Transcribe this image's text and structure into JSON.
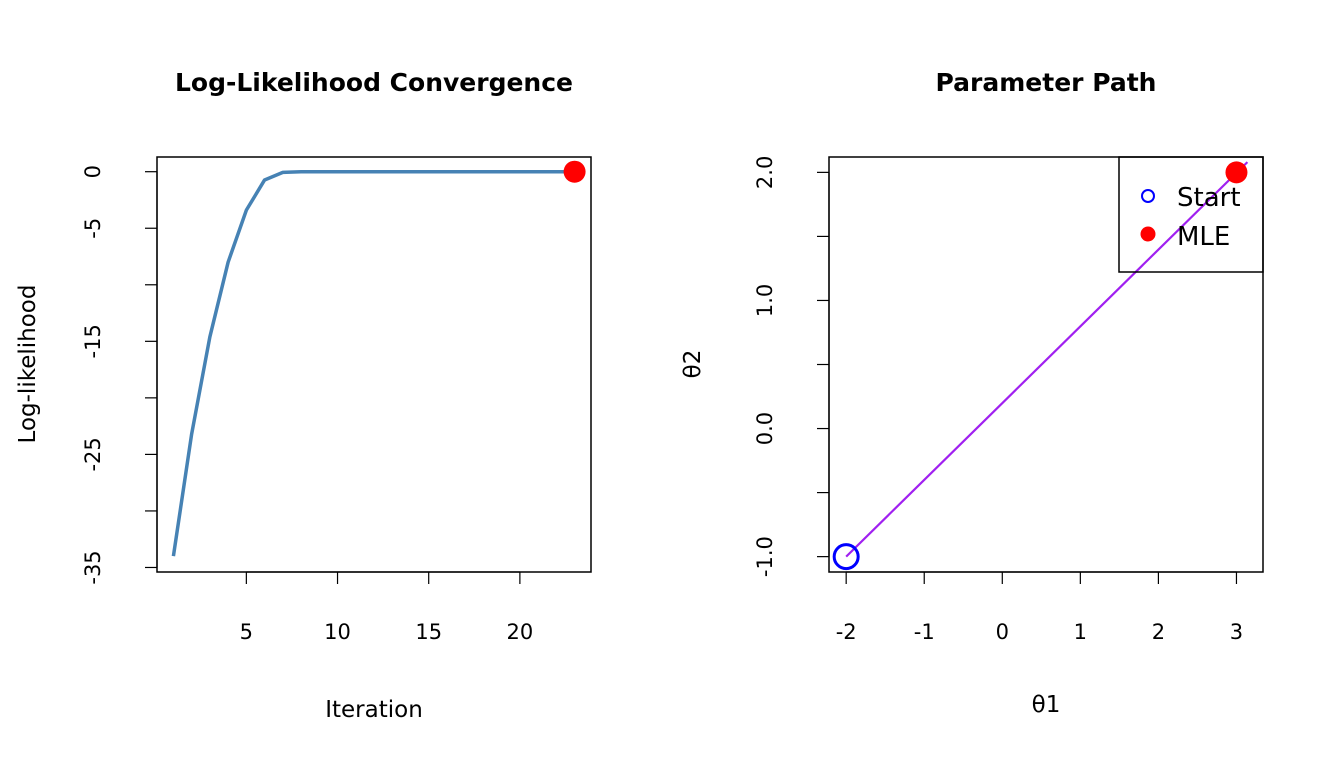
{
  "chart_data": [
    {
      "type": "line",
      "title": "Log-Likelihood Convergence",
      "xlabel": "Iteration",
      "ylabel": "Log-likelihood",
      "xlim": [
        0.1,
        23.9
      ],
      "ylim": [
        -35.4,
        1.3
      ],
      "xticks": [
        5,
        10,
        15,
        20
      ],
      "yticks": [
        0,
        -5,
        -10,
        -15,
        -20,
        -25,
        -30,
        -35
      ],
      "ytick_labels": [
        "0",
        "-5",
        "",
        "-15",
        "",
        "-25",
        "",
        "-35"
      ],
      "series": [
        {
          "name": "loglik",
          "color": "#4682B4",
          "x": [
            1,
            2,
            3,
            4,
            5,
            6,
            7,
            8,
            9,
            10,
            11,
            12,
            13,
            14,
            15,
            16,
            17,
            18,
            19,
            20,
            21,
            22,
            23
          ],
          "y": [
            -34.0,
            -23.2,
            -14.6,
            -8.0,
            -3.4,
            -0.73,
            -0.06,
            0,
            0,
            0,
            0,
            0,
            0,
            0,
            0,
            0,
            0,
            0,
            0,
            0,
            0,
            0,
            0
          ]
        }
      ],
      "highlight_point": {
        "x": 23,
        "y": 0,
        "color": "#FF0000"
      }
    },
    {
      "type": "line",
      "title": "Parameter Path",
      "xlabel": "θ1",
      "ylabel": "θ2",
      "xlim": [
        -2.22,
        3.34
      ],
      "ylim": [
        -1.12,
        2.12
      ],
      "xticks": [
        -2,
        -1,
        0,
        1,
        2,
        3
      ],
      "yticks": [
        -1.0,
        -0.5,
        0.0,
        0.5,
        1.0,
        1.5,
        2.0
      ],
      "ytick_labels": [
        "-1.0",
        "",
        "0.0",
        "",
        "1.0",
        "",
        "2.0"
      ],
      "path": {
        "color": "#A020F0",
        "x": [
          -2,
          3.14
        ],
        "y": [
          -1,
          2.08
        ]
      },
      "start": {
        "x": -2,
        "y": -1,
        "color": "#0000FF"
      },
      "mle": {
        "x": 3,
        "y": 2,
        "color": "#FF0000"
      },
      "legend": {
        "position": "top-right",
        "entries": [
          "Start",
          "MLE"
        ]
      }
    }
  ]
}
